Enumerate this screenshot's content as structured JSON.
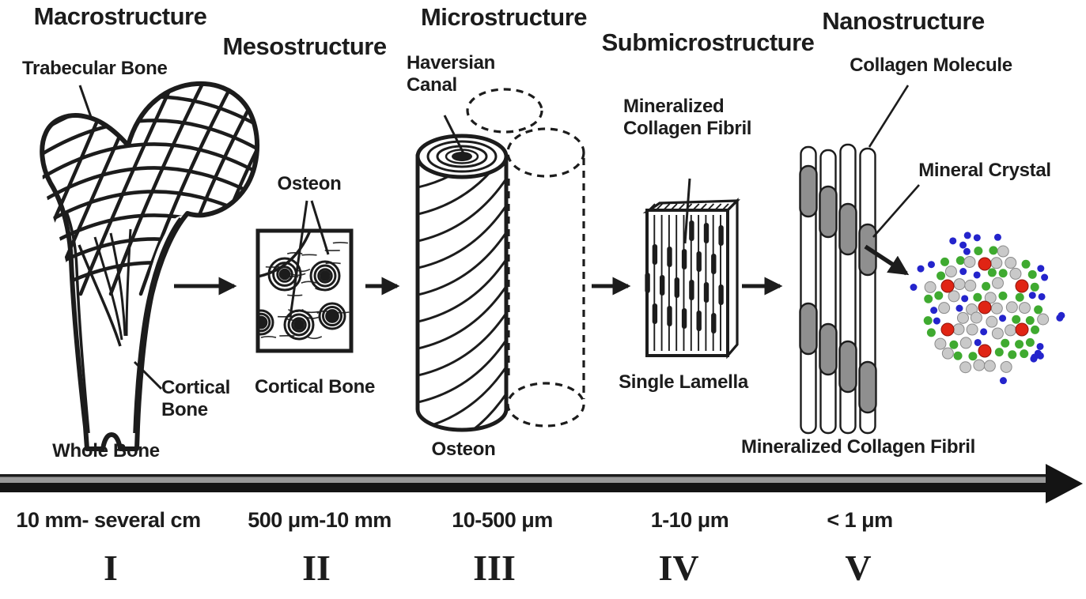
{
  "stages": [
    {
      "title": "Macrostructure",
      "scale_range": "10 mm- several cm",
      "numeral": "I",
      "labels": {
        "trabecular": "Trabecular Bone",
        "cortical": "Cortical Bone",
        "whole": "Whole Bone"
      }
    },
    {
      "title": "Mesostructure",
      "scale_range": "500 μm-10 mm",
      "numeral": "II",
      "labels": {
        "osteon": "Osteon",
        "cortical": "Cortical Bone"
      }
    },
    {
      "title": "Microstructure",
      "scale_range": "10-500 μm",
      "numeral": "III",
      "labels": {
        "haversian": "Haversian Canal",
        "osteon": "Osteon"
      }
    },
    {
      "title": "Submicrostructure",
      "scale_range": "1-10 μm",
      "numeral": "IV",
      "labels": {
        "fibril": "Mineralized Collagen Fibril",
        "lamella": "Single Lamella"
      }
    },
    {
      "title": "Nanostructure",
      "scale_range": "< 1 μm",
      "numeral": "V",
      "labels": {
        "collagen": "Collagen Molecule",
        "mineral": "Mineral Crystal",
        "fibril": "Mineralized Collagen Fibril"
      }
    }
  ],
  "colors": {
    "ink": "#1c1c1c",
    "mineral_gray": "#8f8f8f",
    "bar_gray": "#999999",
    "atom_blue": "#2424cc",
    "atom_green": "#3faa30",
    "atom_red": "#e02414",
    "atom_gray": "#c9c9c9"
  }
}
